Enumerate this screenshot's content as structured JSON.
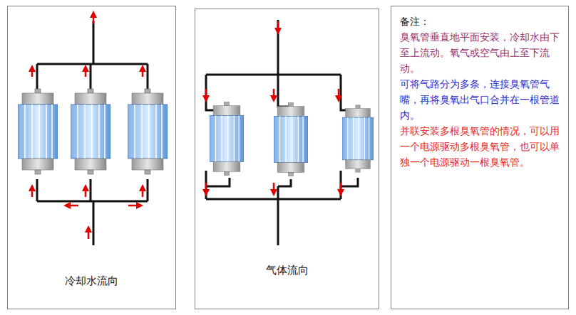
{
  "diagram": {
    "nodes": [
      {
        "text": [
          "冷却水流向"
        ]
      },
      {
        "text": [
          "气体流向"
        ]
      },
      {
        "text": [
          "备注：",
          "臭氧管垂直地平面安装，冷却水由下至上流动。氧气或空气由上至下流动。",
          "可将气路分为多条，连接臭氧管气嘴，再将臭氧出气口合并在一根管道内。",
          "并联安装多根臭氧管的情况，可以用一个电源驱动多根臭氧管，也可以单独一个电源驱动一根臭氧管。"
        ]
      }
    ]
  }
}
